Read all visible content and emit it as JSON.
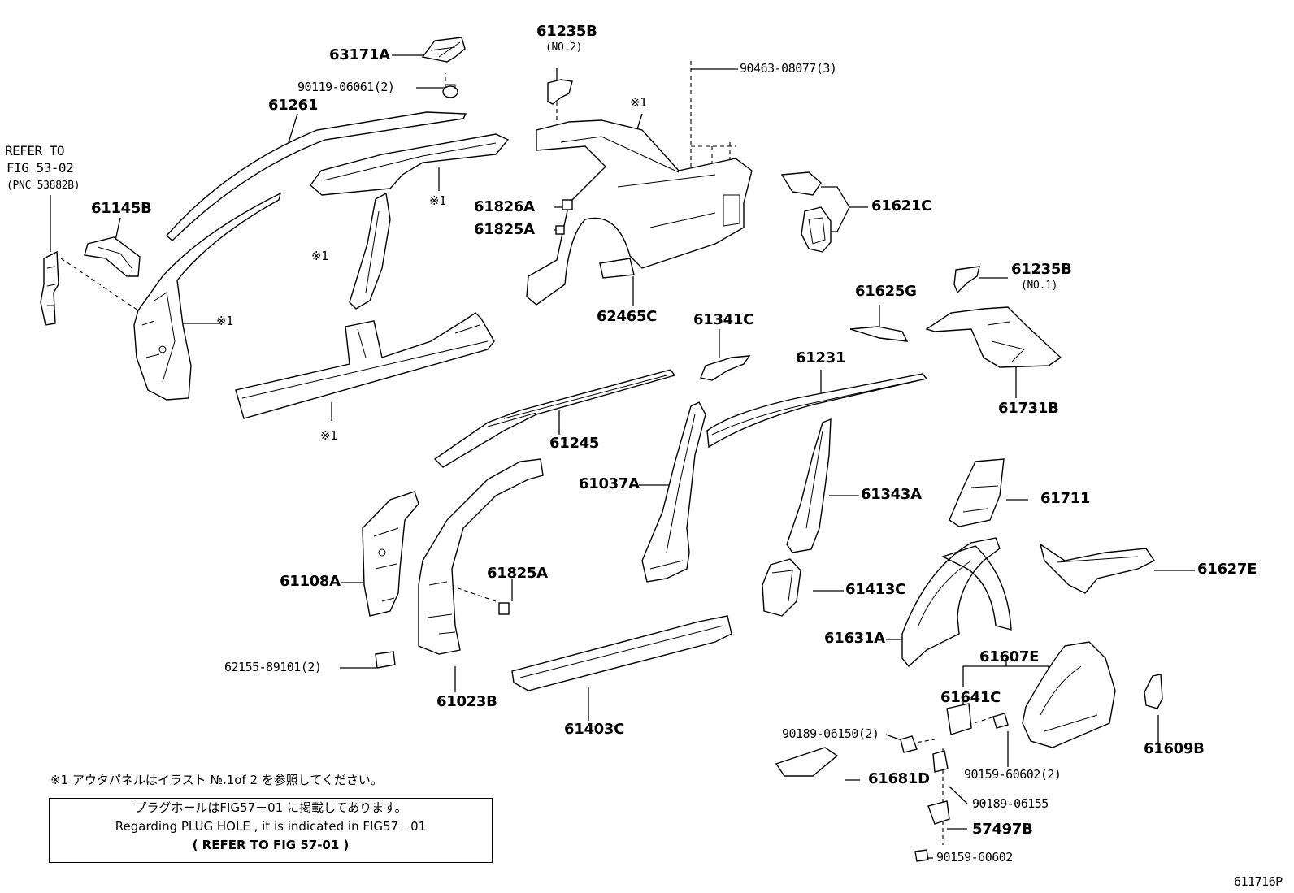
{
  "labels": {
    "p63171A": "63171A",
    "p90119": "90119-06061(2)",
    "p61261": "61261",
    "refer1": "REFER TO",
    "refer2": "FIG 53-02",
    "refer3": "(PNC 53882B)",
    "p61145B": "61145B",
    "x1_a": "※1",
    "x1_b": "※1",
    "x1_c": "※1",
    "x1_d": "※1",
    "x1_e": "※1",
    "p61235B_2": "61235B",
    "no2": "(NO.2)",
    "p90463": "90463-08077(3)",
    "p61826A": "61826A",
    "p61825A_top": "61825A",
    "p62465C": "62465C",
    "p61621C": "61621C",
    "p61235B_1": "61235B",
    "no1": "(NO.1)",
    "p61625G": "61625G",
    "p61341C": "61341C",
    "p61231": "61231",
    "p61731B": "61731B",
    "p61245": "61245",
    "p61037A": "61037A",
    "p61343A": "61343A",
    "p61711": "61711",
    "p61108A": "61108A",
    "p61825A_bot": "61825A",
    "p61627E": "61627E",
    "p61413C": "61413C",
    "p61631A": "61631A",
    "p62155": "62155-89101(2)",
    "p61023B": "61023B",
    "p61607E": "61607E",
    "p61641C": "61641C",
    "p61403C": "61403C",
    "p90189_06150": "90189-06150(2)",
    "p90159_60602_2": "90159-60602(2)",
    "p61609B": "61609B",
    "p61681D": "61681D",
    "p90189_06155": "90189-06155",
    "p57497B": "57497B",
    "p90159_60602": "90159-60602",
    "fig_no": "611716P"
  },
  "footnote": "※1 アウタパネルはイラスト №.1of 2 を参照してください。",
  "plug_box": {
    "line1": "プラグホールはFIG57－01 に掲載してあります。",
    "line2": "Regarding  PLUG  HOLE  , it  is  indicated  in  FIG57－01",
    "line3": "( REFER  TO  FIG  57-01 )"
  }
}
